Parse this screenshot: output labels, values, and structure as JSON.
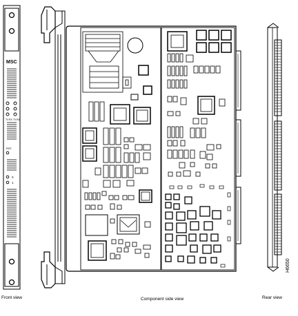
{
  "front_view": {
    "label": "MSC",
    "led_labels": [
      "TX",
      "RX",
      "TX",
      "RX"
    ],
    "reset_label": "RST",
    "slot_labels": [
      "0",
      "1"
    ],
    "caption": "Front view"
  },
  "component_view": {
    "caption": "Component side view"
  },
  "rear_view": {
    "caption": "Rear view"
  },
  "figure_id": "H6650"
}
